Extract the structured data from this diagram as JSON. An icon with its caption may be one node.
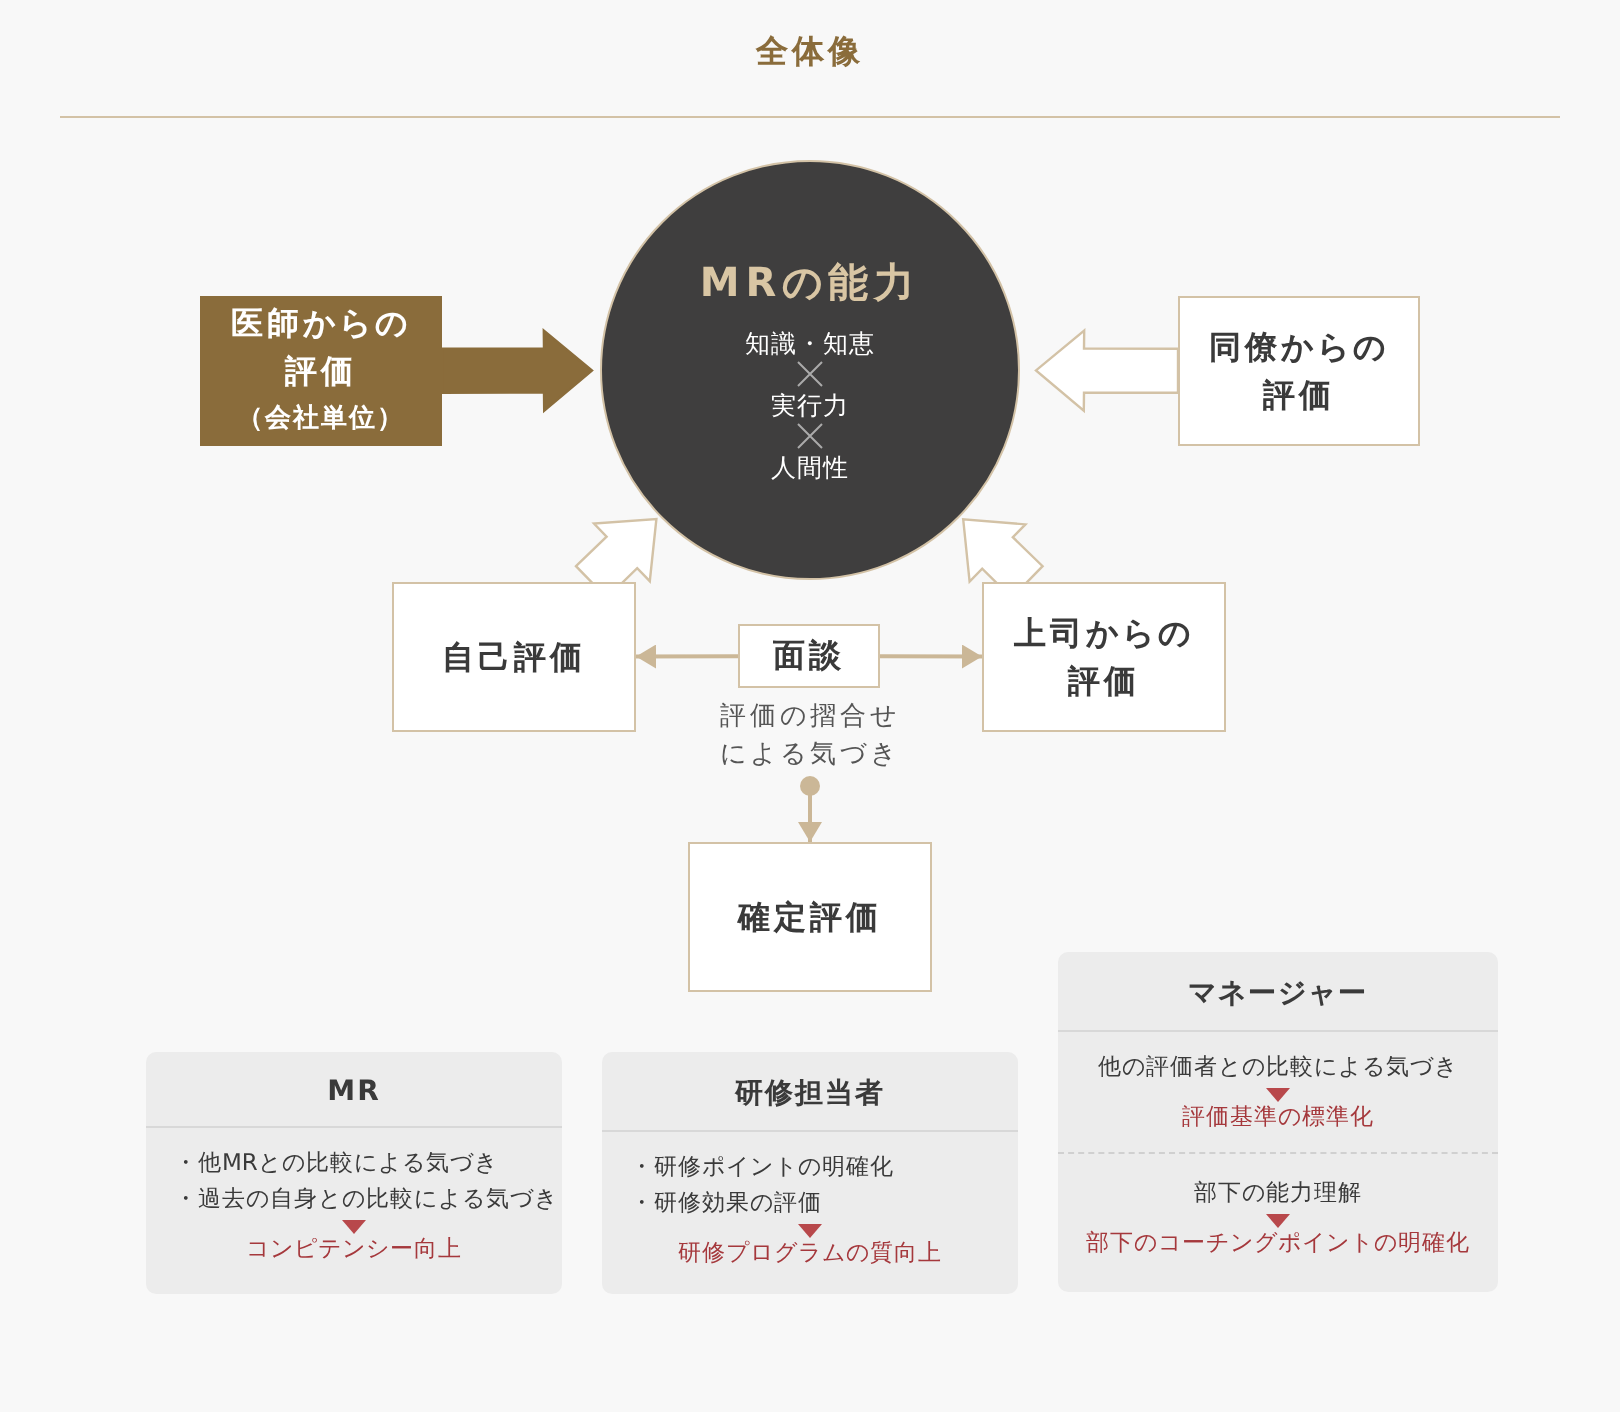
{
  "diagram": {
    "title": "全体像",
    "nodes": [
      {
        "text": [
          "MRの能力",
          "知識・知恵",
          "実行力",
          "人間性"
        ]
      },
      {
        "text": [
          "医師からの評価",
          "（会社単位）"
        ]
      },
      {
        "text": [
          "同僚からの評価"
        ]
      },
      {
        "text": [
          "自己評価"
        ]
      },
      {
        "text": [
          "面談"
        ]
      },
      {
        "text": [
          "上司からの評価"
        ]
      },
      {
        "text": [
          "評価の摺合せによる気づき"
        ]
      },
      {
        "text": [
          "確定評価"
        ]
      },
      {
        "text": [
          "MR",
          "・他MRとの比較による気づき",
          "・過去の自身との比較による気づき",
          "コンピテンシー向上"
        ]
      },
      {
        "text": [
          "研修担当者",
          "・研修ポイントの明確化",
          "・研修効果の評価",
          "研修プログラムの質向上"
        ]
      },
      {
        "text": [
          "マネージャー",
          "他の評価者との比較による気づき",
          "評価基準の標準化",
          "部下の能力理解",
          "部下のコーチングポイントの明確化"
        ]
      }
    ],
    "edges": [
      {
        "from": 1,
        "to": 0,
        "arrow": "to"
      },
      {
        "from": 2,
        "to": 0,
        "arrow": "to"
      },
      {
        "from": 3,
        "to": 0,
        "arrow": "to"
      },
      {
        "from": 5,
        "to": 0,
        "arrow": "to"
      },
      {
        "from": 4,
        "to": 3,
        "arrow": "to"
      },
      {
        "from": 4,
        "to": 5,
        "arrow": "to"
      },
      {
        "from": 6,
        "to": 7,
        "arrow": "to"
      }
    ]
  }
}
